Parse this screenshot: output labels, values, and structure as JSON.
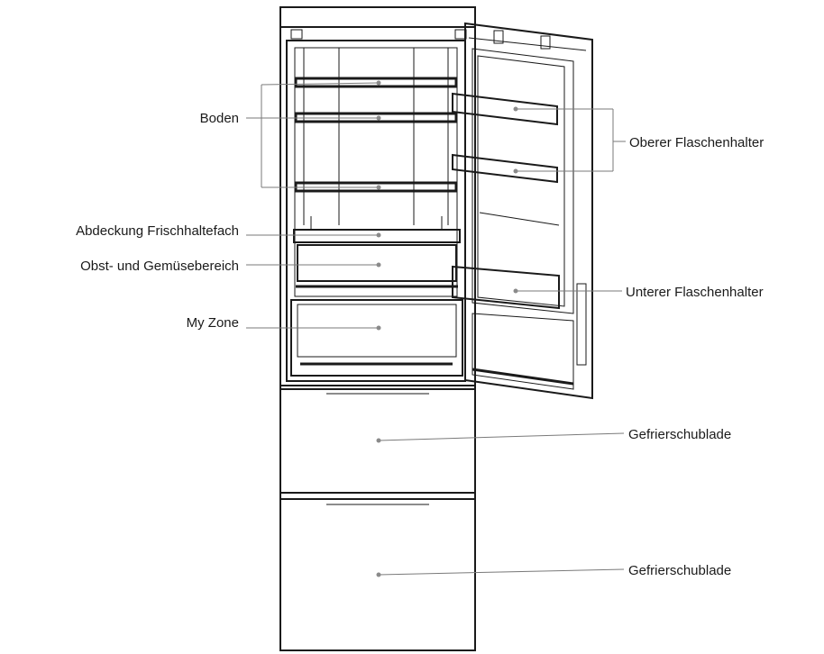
{
  "labels": {
    "boden": "Boden",
    "abdeckung": "Abdeckung Frischhaltefach",
    "obst": "Obst- und Gemüsebereich",
    "myzone": "My Zone",
    "oberer": "Oberer Flaschenhalter",
    "unterer": "Unterer Flaschenhalter",
    "gefrier1": "Gefrierschublade",
    "gefrier2": "Gefrierschublade"
  },
  "colors": {
    "outline": "#1a1a1a",
    "leader": "#7a7a7a",
    "dot": "#8a8a8a",
    "background": "#ffffff"
  }
}
